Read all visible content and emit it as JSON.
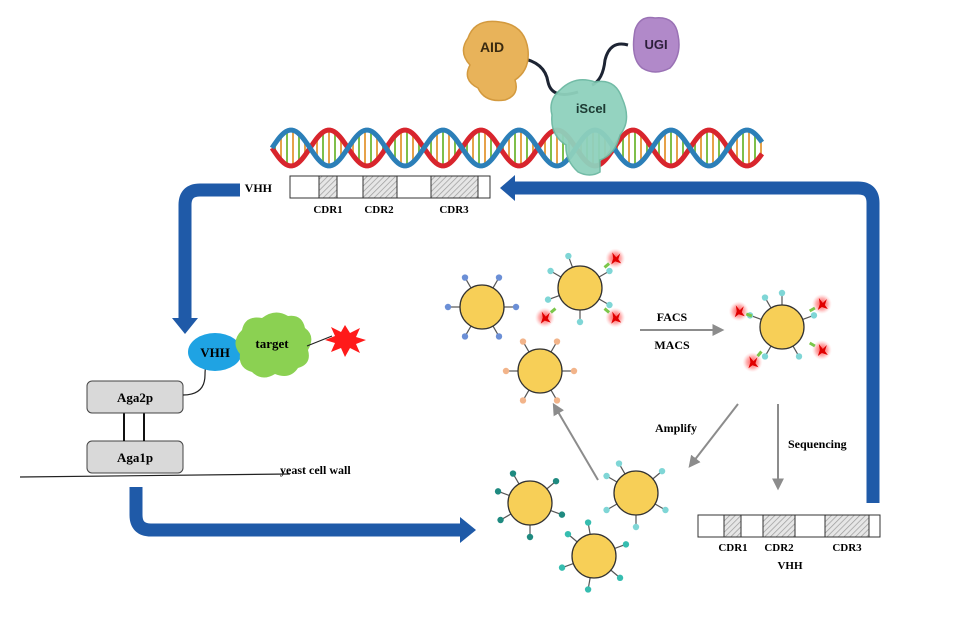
{
  "proteins": {
    "aid": "AID",
    "ugi": "UGI",
    "iscei": "iSceI"
  },
  "vhh_top": {
    "label": "VHH",
    "cdr1": "CDR1",
    "cdr2": "CDR2",
    "cdr3": "CDR3"
  },
  "display": {
    "vhh": "VHH",
    "target": "target",
    "aga2p": "Aga2p",
    "aga1p": "Aga1p",
    "cell_wall": "yeast cell wall"
  },
  "sorting": {
    "facs": "FACS",
    "macs": "MACS",
    "amplify": "Amplify",
    "sequencing": "Sequencing"
  },
  "vhh_bottom": {
    "label": "VHH",
    "cdr1": "CDR1",
    "cdr2": "CDR2",
    "cdr3": "CDR3"
  },
  "colors": {
    "arrow_blue": "#1f5aa8",
    "dna_red": "#d8252d",
    "dna_blue": "#2c7fb8",
    "yeast_fill": "#f7cf57",
    "vhh_fill": "#1fa3e3",
    "target_fill": "#8bd152",
    "star_red": "#ff1a1a",
    "aid_fill": "#e8b35a",
    "ugi_fill": "#b189c9",
    "iscei_fill": "#8fd1bd"
  }
}
